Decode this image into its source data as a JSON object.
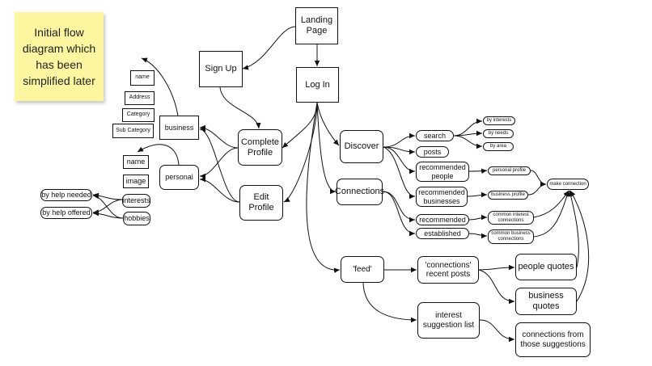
{
  "note": {
    "text": "Initial flow diagram which has been simplified later",
    "color": "#fdf6a0"
  },
  "nodes": {
    "landing": "Landing Page",
    "signup": "Sign Up",
    "login": "Log In",
    "complete_profile": "Complete Profile",
    "edit_profile": "Edit Profile",
    "business": "business",
    "personal": "personal",
    "biz_name": "name",
    "biz_address": "Address",
    "biz_category": "Category",
    "biz_subcategory": "Sub Category",
    "pers_name": "name",
    "pers_image": "image",
    "pers_interests": "interests",
    "pers_hobbies": "hobbies",
    "by_help_needed": "by help needed",
    "by_help_offered": "by help offered",
    "discover": "Discover",
    "connections": "Connections",
    "feed": "'feed'",
    "search": "search",
    "posts": "posts",
    "recommended_people": "recommended people",
    "recommended_businesses": "recommended businesses",
    "recommended": "recommended",
    "established": "established",
    "by_interests": "by interests",
    "by_needs": "by needs",
    "by_area": "by area",
    "personal_profile": "personal profile",
    "business_profile": "business profile",
    "make_connection": "make connection",
    "common_interest": "common interest connections",
    "common_business": "common business connections",
    "connections_recent_posts": "'connections' recent posts",
    "interest_suggestion_list": "interest suggestion list",
    "people_quotes": "people quotes",
    "business_quotes": "business quotes",
    "connections_from_suggestions": "connections from those suggestions"
  }
}
